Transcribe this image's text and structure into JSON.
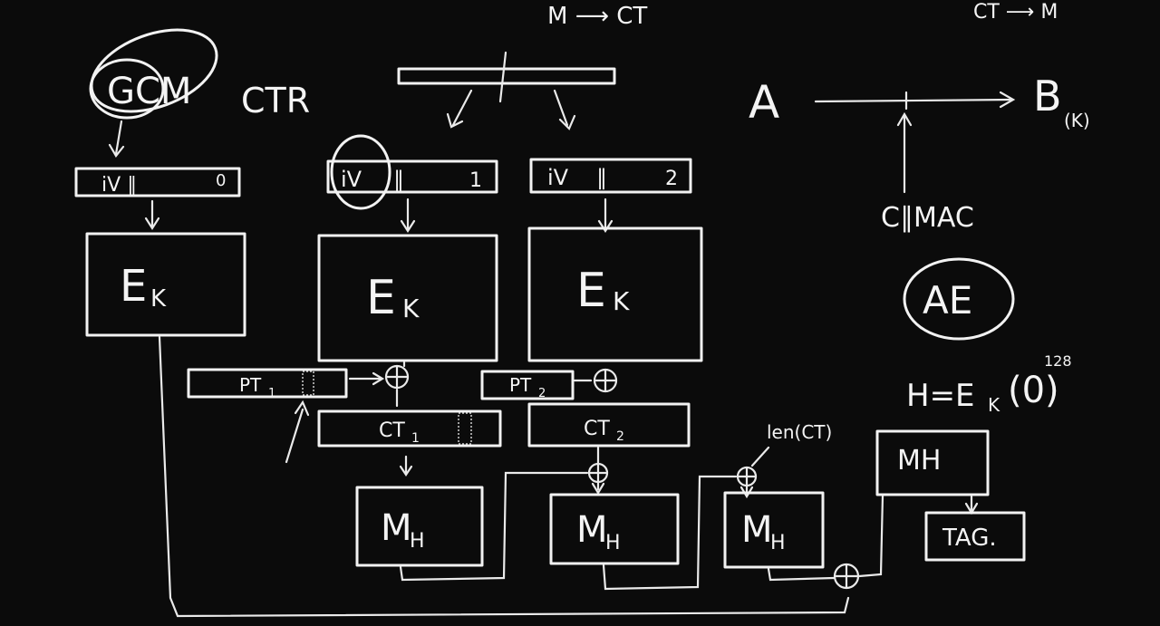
{
  "top": {
    "encrypt_label": "M ⟶ CT",
    "decrypt_label": "CT ⟶ M"
  },
  "left": {
    "gcm": "GCM",
    "ctr": "CTR",
    "iv0": "iV ∥",
    "iv0_counter": "0",
    "ek0": "E",
    "ek0_sub": "K"
  },
  "blocks": {
    "iv1_prefix": "iV",
    "iv1_sep": "∥",
    "iv1_counter": "1",
    "iv2_prefix": "iV",
    "iv2_sep": "∥",
    "iv2_counter": "2",
    "ek1": "E",
    "ek1_sub": "K",
    "ek2": "E",
    "ek2_sub": "K",
    "pt1": "PT",
    "pt1_sub": "1",
    "pt2": "PT",
    "pt2_sub": "2",
    "ct1": "CT",
    "ct1_sub": "1",
    "ct2": "CT",
    "ct2_sub": "2",
    "mh1": "M",
    "mh1_sub": "H",
    "mh2": "M",
    "mh2_sub": "H",
    "mh3": "M",
    "mh3_sub": "H",
    "len_label": "len(CT)"
  },
  "right": {
    "a": "A",
    "b": "B",
    "b_sub": "(K)",
    "c_mac": "C∥MAC",
    "ae": "AE",
    "h_eq": "H=E",
    "h_eq_sub": "K",
    "h_zero": "(0)",
    "h_sup": "128",
    "mh4": "MH",
    "tag": "TAG."
  }
}
